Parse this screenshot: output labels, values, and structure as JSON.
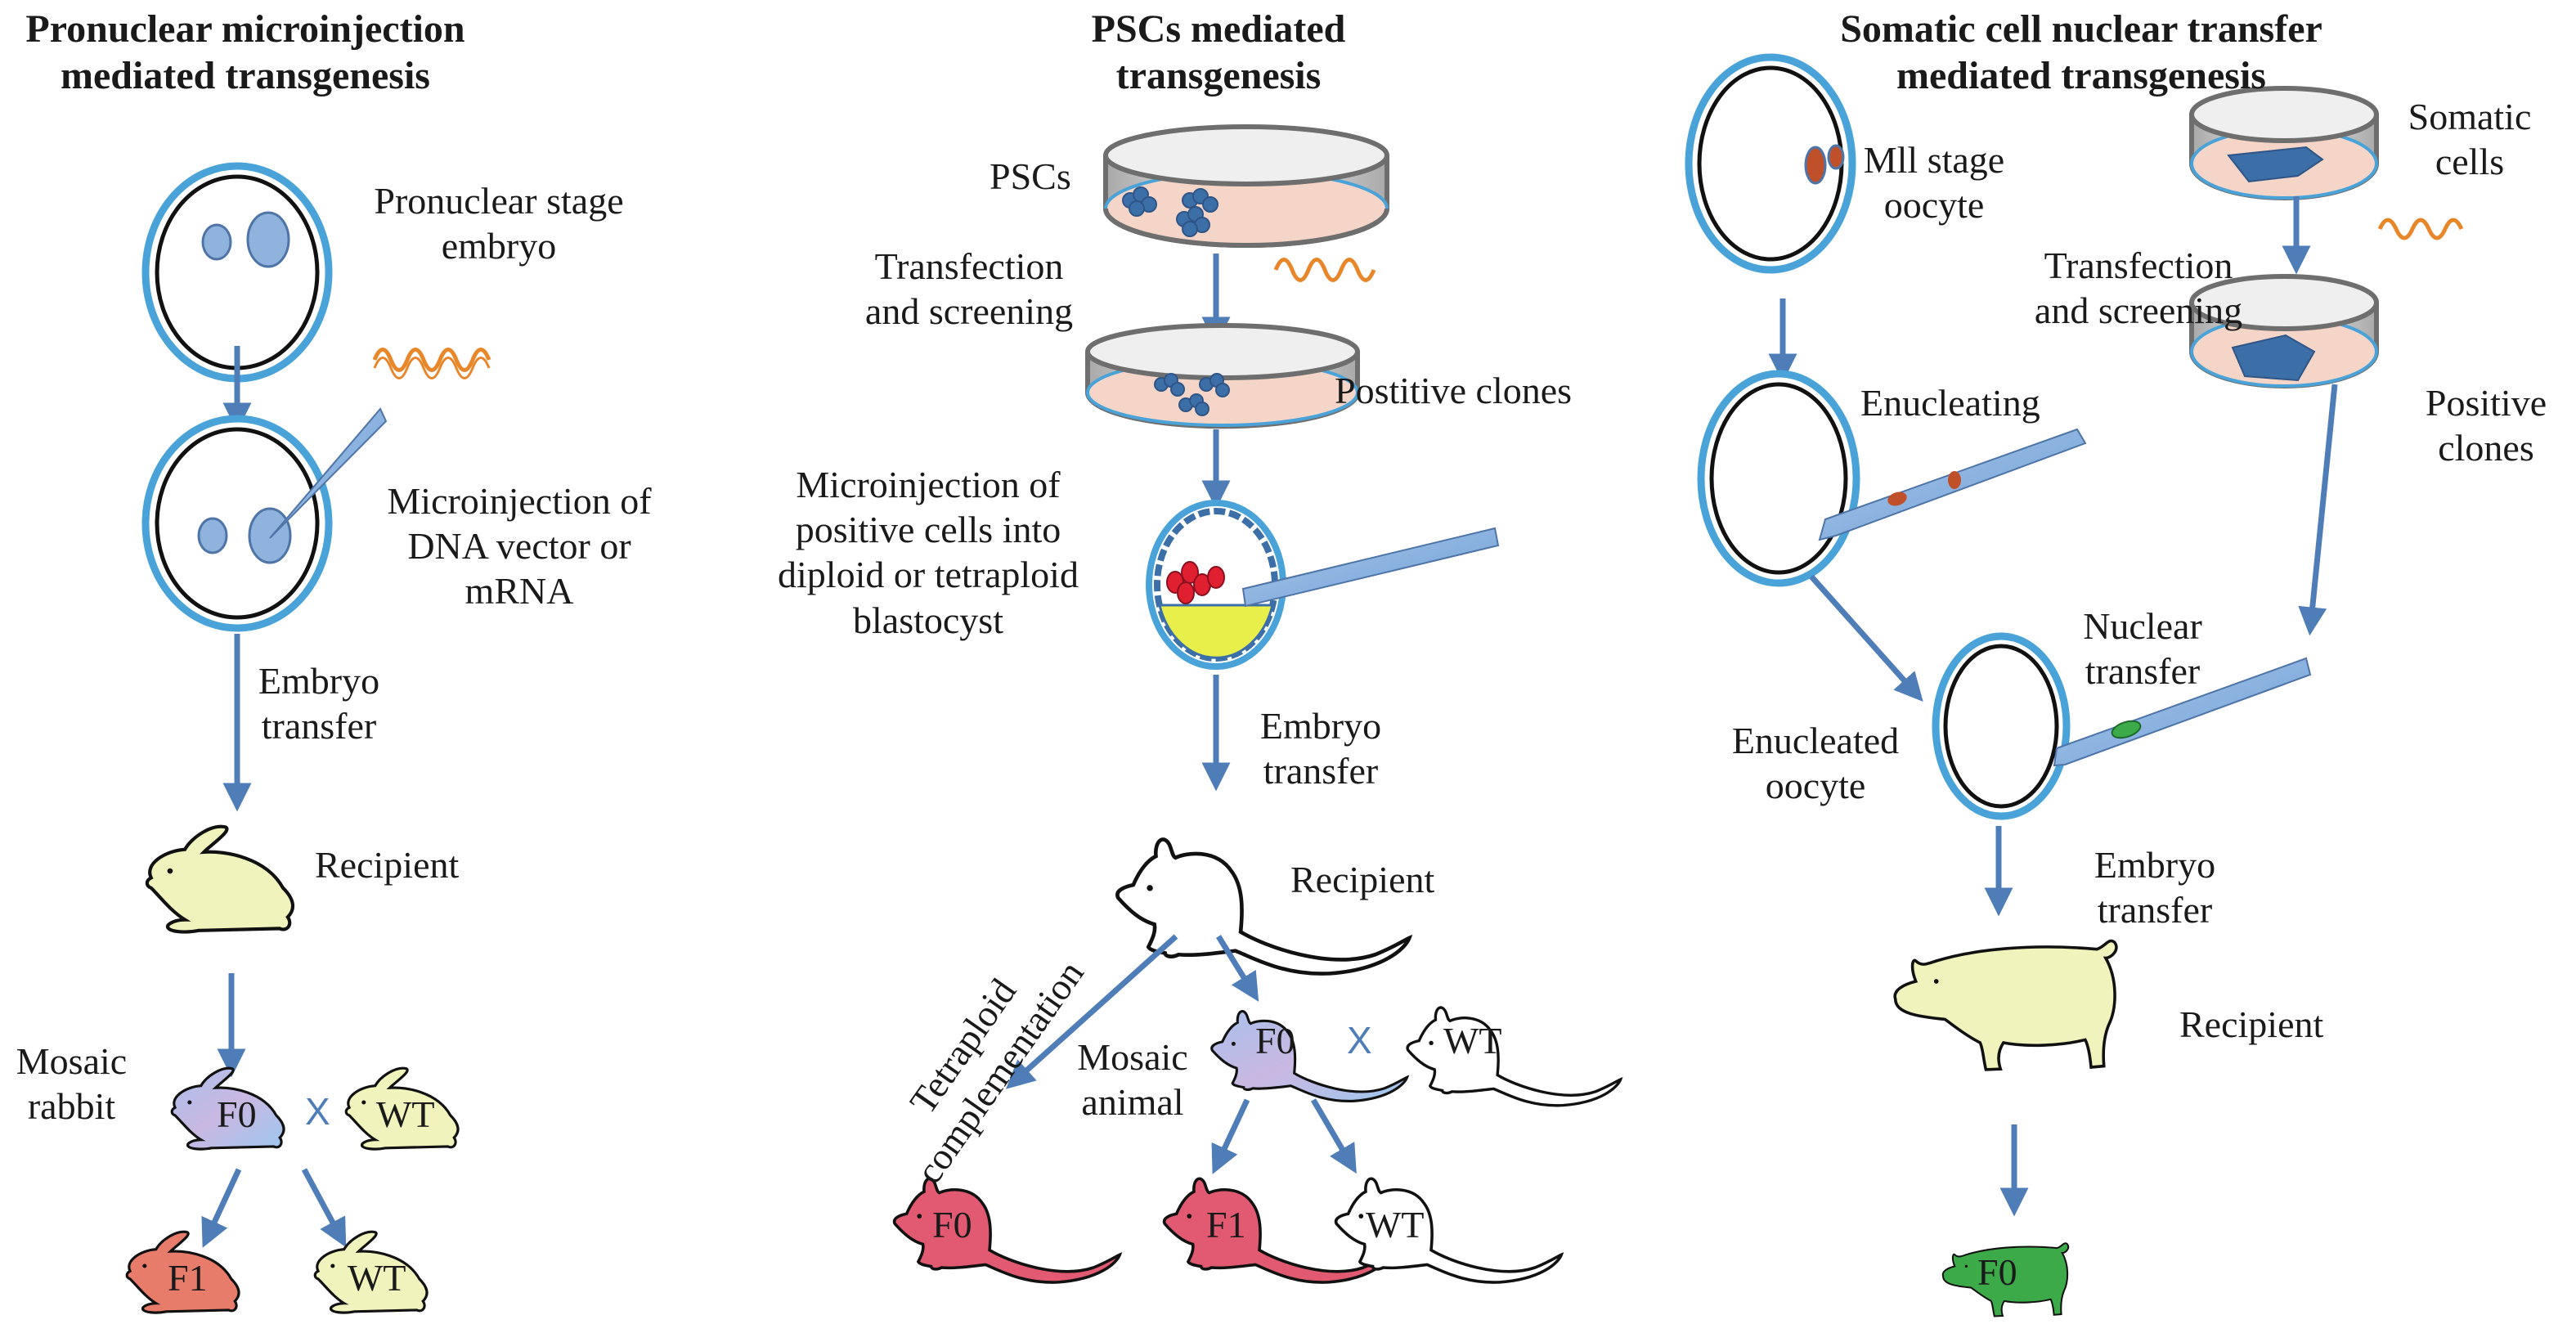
{
  "figure": {
    "columns": [
      {
        "id": "pronuclear",
        "title_lines": [
          "Pronuclear microinjection",
          "mediated transgenesis"
        ],
        "labels": {
          "embryo": [
            "Pronuclear stage",
            "embryo"
          ],
          "microinjection": [
            "Microinjection of",
            "DNA vector or",
            "mRNA"
          ],
          "embryo_transfer": [
            "Embryo",
            "transfer"
          ],
          "recipient": "Recipient",
          "mosaic": [
            "Mosaic",
            "rabbit"
          ],
          "f0": "F0",
          "cross": "X",
          "wt_parent": "WT",
          "f1": "F1",
          "wt_child": "WT"
        },
        "animal": "rabbit"
      },
      {
        "id": "pscs",
        "title_lines": [
          "PSCs mediated",
          "transgenesis"
        ],
        "labels": {
          "pscs": "PSCs",
          "transfection": [
            "Transfection",
            "and screening"
          ],
          "positive_clones": "Postitive clones",
          "microinjection": [
            "Microinjection of",
            "positive cells into",
            "diploid or tetraploid",
            "blastocyst"
          ],
          "embryo_transfer": [
            "Embryo",
            "transfer"
          ],
          "recipient": "Recipient",
          "tetraploid": [
            "Tetraploid",
            "complementation"
          ],
          "mosaic": [
            "Mosaic",
            "animal"
          ],
          "f0_mosaic": "F0",
          "cross": "X",
          "wt_parent": "WT",
          "f0_tetraploid": "F0",
          "f1": "F1",
          "wt_child": "WT"
        },
        "animal": "mouse"
      },
      {
        "id": "scnt",
        "title_lines": [
          "Somatic cell nuclear transfer",
          "mediated transgenesis"
        ],
        "labels": {
          "oocyte": [
            "Mll stage",
            "oocyte"
          ],
          "somatic": [
            "Somatic",
            "cells"
          ],
          "transfection": [
            "Transfection",
            "and screening"
          ],
          "enucleating": "Enucleating",
          "positive_clones": [
            "Positive",
            "clones"
          ],
          "nuclear_transfer": [
            "Nuclear",
            "transfer"
          ],
          "enucleated": [
            "Enucleated",
            "oocyte"
          ],
          "embryo_transfer": [
            "Embryo",
            "transfer"
          ],
          "recipient": "Recipient",
          "f0": "F0"
        },
        "animal": "pig"
      }
    ],
    "colors": {
      "arrow": "#4f7db8",
      "zona": "#4aa3d8",
      "pronucleus": "#8fb3dc",
      "dna": "#e8862a",
      "dish_medium": "#f5d5c8",
      "pipette": "#8fb6e0",
      "recipient_fill": "#f0f3bc",
      "mosaic_fill": "#b7c2ea",
      "f1_rabbit": "#e87c6a",
      "mouse_red": "#e25a72",
      "pig_f0": "#3daa4a",
      "nucleus_red": "#c0502a",
      "nucleus_green": "#3daa4a"
    }
  }
}
